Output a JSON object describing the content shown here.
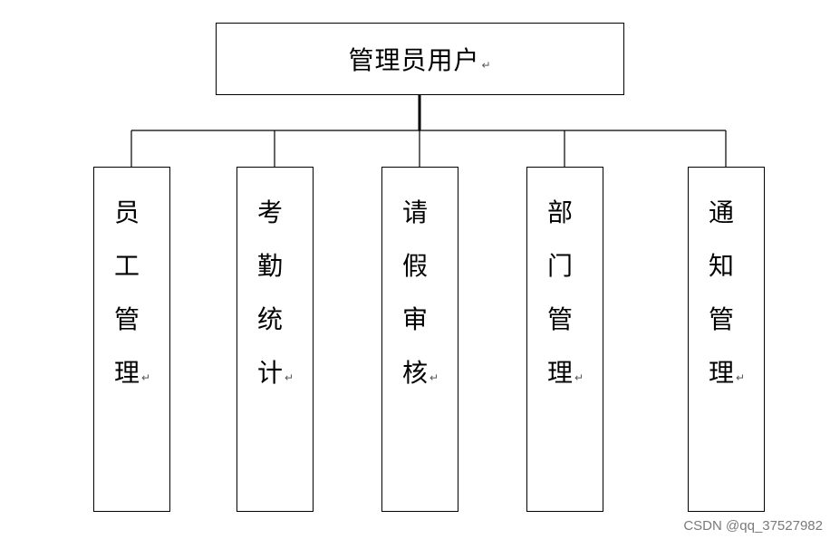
{
  "root": {
    "label": "管理员用户",
    "para_mark": "↵"
  },
  "children": [
    {
      "label": "员工管理",
      "para_mark": "↵"
    },
    {
      "label": "考勤统计",
      "para_mark": "↵"
    },
    {
      "label": "请假审核",
      "para_mark": "↵"
    },
    {
      "label": "部门管理",
      "para_mark": "↵"
    },
    {
      "label": "通知管理",
      "para_mark": "↵"
    }
  ],
  "watermark": {
    "text": "CSDN @qq_37527982"
  },
  "colors": {
    "stroke": "#000000",
    "background": "#ffffff",
    "watermark": "#7a7a7a"
  }
}
